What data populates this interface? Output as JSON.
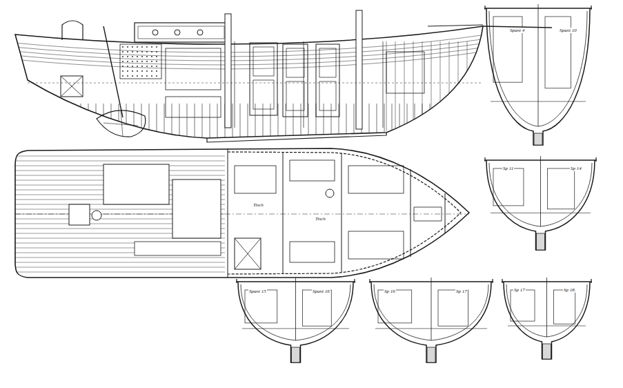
{
  "diagram": {
    "labels": [
      "Spant 4",
      "Spant 10",
      "Sp 11",
      "Sp 14",
      "Spant 15",
      "Spant 16",
      "Sp 16",
      "Sp 17",
      "Sp 17",
      "Sp 18",
      "Tisch",
      "Tisch"
    ]
  }
}
